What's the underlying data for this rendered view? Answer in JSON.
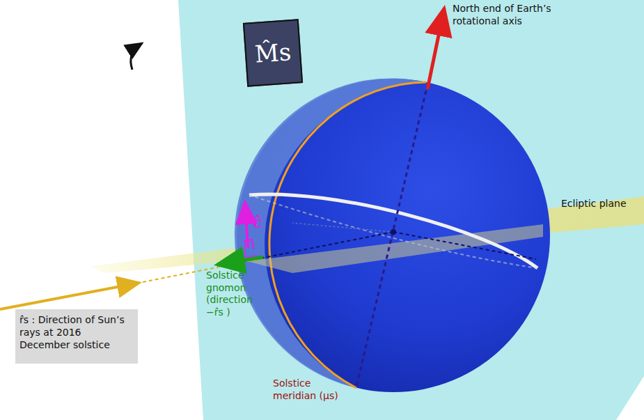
{
  "diagram": {
    "nodes": [
      {
        "text": [
          "M̂s"
        ]
      },
      {
        "text": [
          "r̂s : Direction of Sun’s rays at 2016 December solstice"
        ]
      }
    ],
    "labels": [
      "North end of Earth’s rotational axis",
      "Ecliptic plane",
      "ĉ",
      "Solstice gnomon (direction −r̂s )",
      "Solstice meridian (μs)"
    ]
  }
}
